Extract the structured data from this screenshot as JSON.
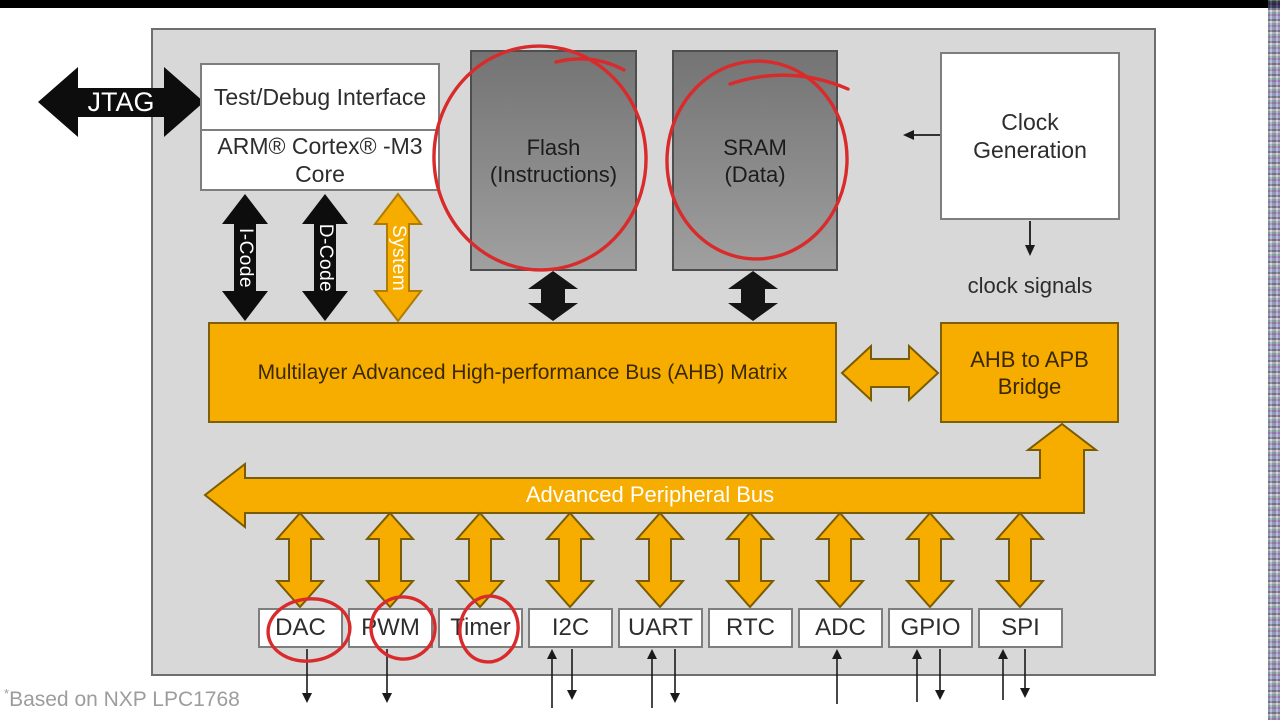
{
  "blocks": {
    "jtag": "JTAG",
    "test_debug": "Test/Debug Interface",
    "core_line1": "ARM® Cortex® -M3",
    "core_line2": "Core",
    "flash_line1": "Flash",
    "flash_line2": "(Instructions)",
    "sram_line1": "SRAM",
    "sram_line2": "(Data)",
    "clock_line1": "Clock",
    "clock_line2": "Generation",
    "clock_signals": "clock signals",
    "ahb_matrix": "Multilayer Advanced High-performance Bus (AHB) Matrix",
    "bridge_line1": "AHB to APB",
    "bridge_line2": "Bridge",
    "apb_bus": "Advanced Peripheral Bus"
  },
  "bus_labels": {
    "icode": "I-Code",
    "dcode": "D-Code",
    "system": "System"
  },
  "peripherals": [
    "DAC",
    "PWM",
    "Timer",
    "I2C",
    "UART",
    "RTC",
    "ADC",
    "GPIO",
    "SPI"
  ],
  "footnote": {
    "star": "*",
    "text": "Based on NXP LPC1768"
  },
  "colors": {
    "accent_orange": "#F7AC00",
    "orange_border": "#7F5F06",
    "annotation_red": "#D92B2B",
    "canvas_gray": "#D8D8D8",
    "arrow_black": "#111111"
  }
}
